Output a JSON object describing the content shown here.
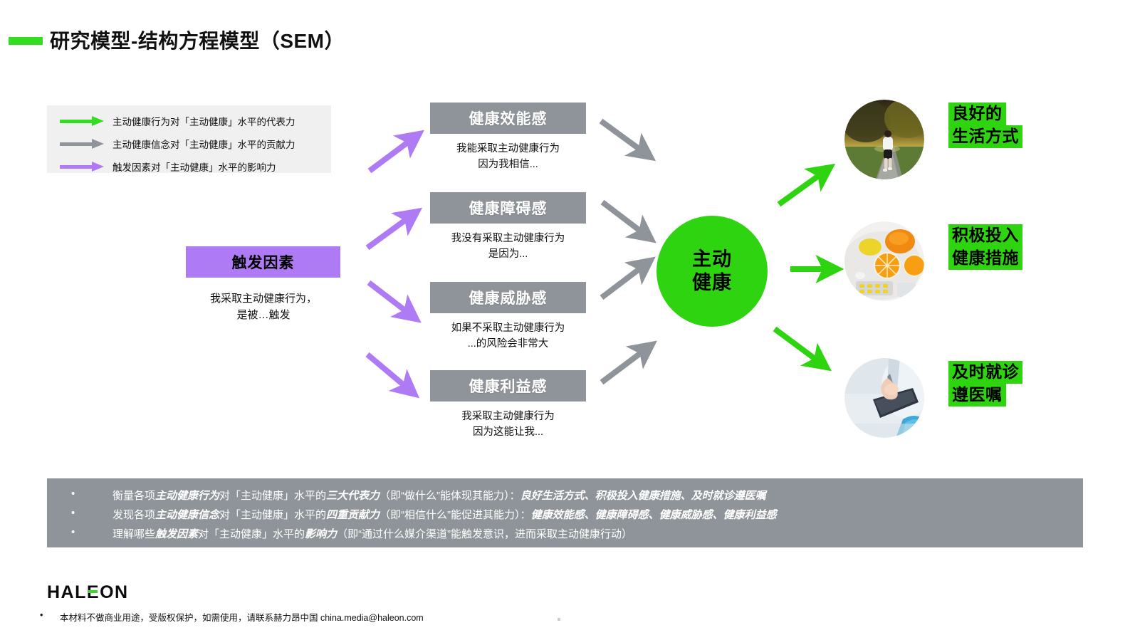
{
  "title": "研究模型-结构方程模型（SEM）",
  "legend": {
    "items": [
      {
        "color": "#33DD22",
        "label": "主动健康行为对「主动健康」水平的代表力",
        "icon": "arrow-right-icon"
      },
      {
        "color": "#8E9499",
        "label": "主动健康信念对「主动健康」水平的贡献力",
        "icon": "arrow-right-icon"
      },
      {
        "color": "#AF7BF5",
        "label": "触发因素对「主动健康」水平的影响力",
        "icon": "arrow-right-icon"
      }
    ]
  },
  "trigger": {
    "heading": "触发因素",
    "line1": "我采取主动健康行为，",
    "line2": "是被…触发",
    "color": "#AF7BF5"
  },
  "beliefs": [
    {
      "heading": "健康效能感",
      "line1": "我能采取主动健康行为",
      "line2": "因为我相信..."
    },
    {
      "heading": "健康障碍感",
      "line1": "我没有采取主动健康行为",
      "line2": "是因为..."
    },
    {
      "heading": "健康威胁感",
      "line1": "如果不采取主动健康行为",
      "line2": "...的风险会非常大"
    },
    {
      "heading": "健康利益感",
      "line1": "我采取主动健康行为",
      "line2": "因为这能让我..."
    }
  ],
  "core": {
    "line1": "主动",
    "line2": "健康",
    "color": "#2FD410"
  },
  "outcomes": [
    {
      "line1": "良好的",
      "line2": "生活方式",
      "photo": "runner-on-path-photo"
    },
    {
      "line1": "积极投入",
      "line2": "健康措施",
      "photo": "oranges-and-pills-photo"
    },
    {
      "line1": "及时就诊",
      "line2": "遵医嘱",
      "photo": "doctor-with-tablet-photo"
    }
  ],
  "summary": {
    "bullet": "•",
    "rows": [
      [
        {
          "t": "衡量各项",
          "b": false
        },
        {
          "t": "主动健康行为",
          "b": true
        },
        {
          "t": "对「主动健康」水平的",
          "b": false
        },
        {
          "t": "三大代表力",
          "b": true
        },
        {
          "t": "（即“做什么”能体现其能力）：",
          "b": false
        },
        {
          "t": "良好生活方式、积极投入健康措施、及时就诊遵医嘱",
          "b": true
        }
      ],
      [
        {
          "t": "发现各项",
          "b": false
        },
        {
          "t": "主动健康信念",
          "b": true
        },
        {
          "t": "对「主动健康」水平的",
          "b": false
        },
        {
          "t": "四重贡献力",
          "b": true
        },
        {
          "t": "（即“相信什么”能促进其能力）：",
          "b": false
        },
        {
          "t": "健康效能感、健康障碍感、健康威胁感、健康利益感",
          "b": true
        }
      ],
      [
        {
          "t": "理解哪些",
          "b": false
        },
        {
          "t": "触发因素",
          "b": true
        },
        {
          "t": "对「主动健康」水平的",
          "b": false
        },
        {
          "t": "影响力",
          "b": true
        },
        {
          "t": "（即“通过什么媒介渠道”能触发意识，进而采取主动健康行动）",
          "b": false
        }
      ]
    ]
  },
  "footer": {
    "logo_a": "HAL",
    "logo_e": "E",
    "logo_b": "ON",
    "bullet": "•",
    "disclaimer": "本材料不做商业用途，受版权保护，如需使用，请联系赫力昂中国 china.media@haleon.com"
  }
}
